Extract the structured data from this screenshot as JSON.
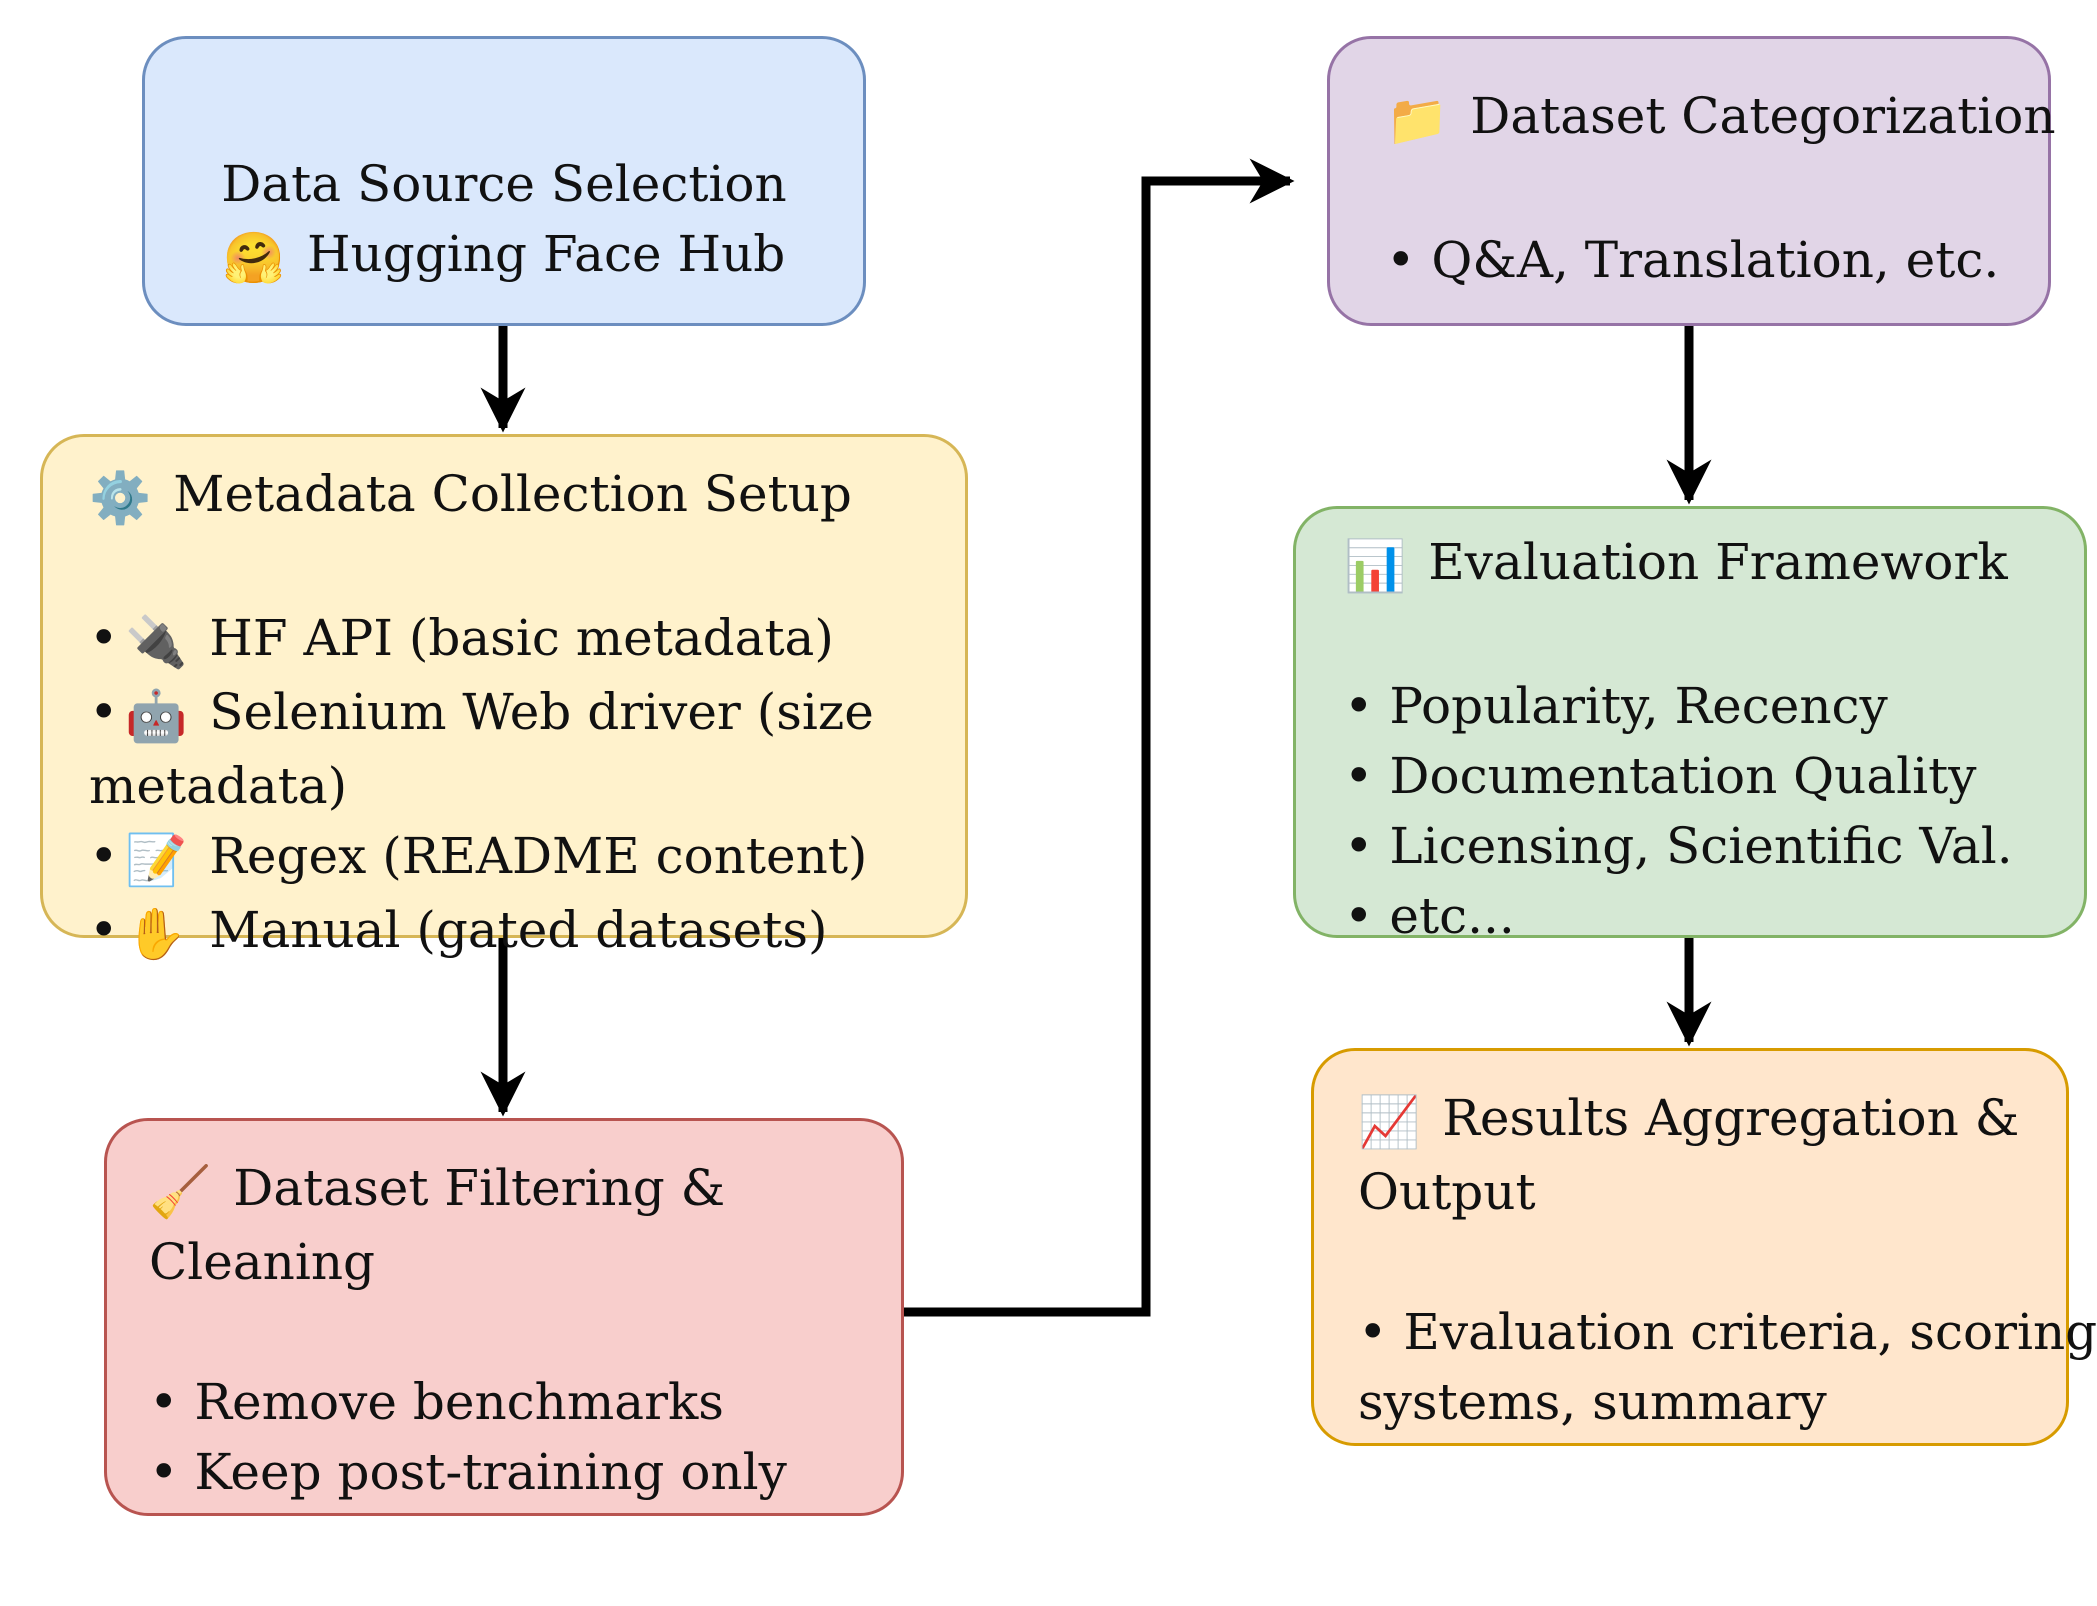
{
  "source": {
    "title": "Data Source Selection",
    "subtitle": "Hugging Face Hub",
    "icon": "hugging-face-icon"
  },
  "metadata": {
    "title": "Metadata Collection Setup",
    "icon": "gear-icon",
    "items": [
      {
        "icon": "plug-icon",
        "text": "HF API (basic metadata)"
      },
      {
        "icon": "robot-icon",
        "text": "Selenium Web driver (size",
        "cont": "metadata)"
      },
      {
        "icon": "memo-icon",
        "text": "Regex (README content)"
      },
      {
        "icon": "raised-hand-icon",
        "text": "Manual (gated datasets)"
      }
    ]
  },
  "filtering": {
    "title": "Dataset Filtering &",
    "title_cont": "Cleaning",
    "icon": "broom-icon",
    "items": [
      "Remove benchmarks",
      "Keep post-training only"
    ]
  },
  "categorization": {
    "title": "Dataset Categorization",
    "icon": "folder-icon",
    "items": [
      "Q&A, Translation, etc."
    ]
  },
  "evaluation": {
    "title": "Evaluation Framework",
    "icon": "bar-chart-icon",
    "items": [
      "Popularity, Recency",
      "Documentation Quality",
      "Licensing, Scientific Val.",
      "etc..."
    ]
  },
  "results": {
    "title": "Results Aggregation &",
    "title_cont": "Output",
    "icon": "chart-increasing-icon",
    "items": [
      "Evaluation criteria, scoring",
      "systems, summary"
    ]
  }
}
